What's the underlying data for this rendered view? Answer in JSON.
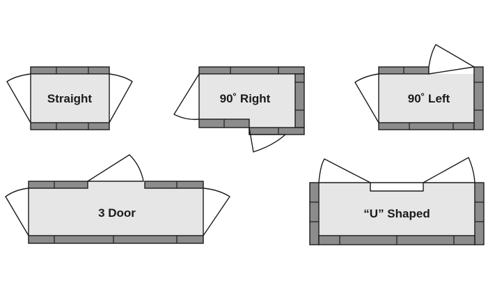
{
  "labels": {
    "straight": "Straight",
    "right90": "90˚ Right",
    "left90": "90˚ Left",
    "three_door": "3 Door",
    "u_shaped": "“U” Shaped"
  },
  "colors": {
    "wall": "#8c8c8c",
    "floor": "#e6e6e6",
    "outline": "#1a1a1a",
    "door": "#ffffff"
  }
}
